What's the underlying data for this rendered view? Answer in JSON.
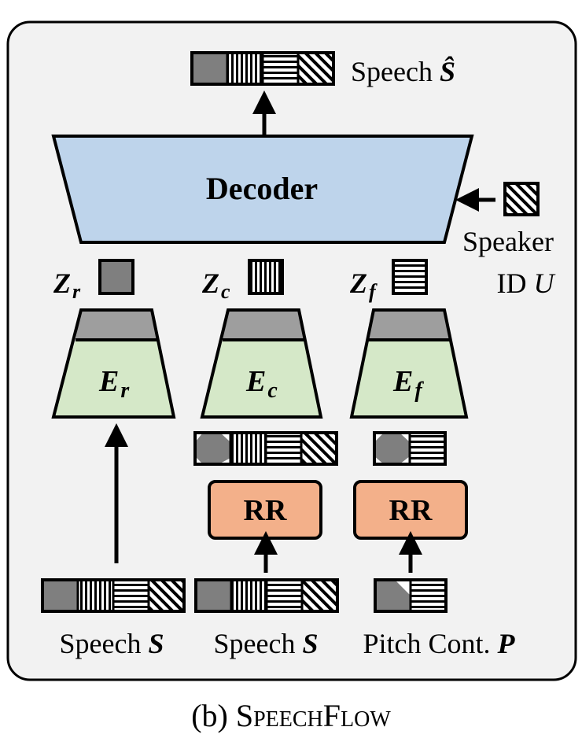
{
  "output": {
    "label": "Speech",
    "symbol": "Ŝ"
  },
  "decoder": {
    "label": "Decoder"
  },
  "speaker": {
    "line1": "Speaker",
    "line2_prefix": "ID",
    "line2_symbol": "U"
  },
  "latents": [
    {
      "symbol": "Z",
      "sub": "r"
    },
    {
      "symbol": "Z",
      "sub": "c"
    },
    {
      "symbol": "Z",
      "sub": "f"
    }
  ],
  "encoders": [
    {
      "symbol": "E",
      "sub": "r"
    },
    {
      "symbol": "E",
      "sub": "c"
    },
    {
      "symbol": "E",
      "sub": "f"
    }
  ],
  "rr_blocks": [
    {
      "label": "RR"
    },
    {
      "label": "RR"
    }
  ],
  "inputs": [
    {
      "label": "Speech",
      "symbol": "S"
    },
    {
      "label": "Speech",
      "symbol": "S"
    },
    {
      "label": "Pitch Cont.",
      "symbol": "P"
    }
  ],
  "caption": {
    "prefix": "(b)",
    "name_a": "Speech",
    "name_b": "Flow"
  },
  "colors": {
    "panel_bg": "#f2f2f2",
    "decoder_fill": "#bed4eb",
    "encoder_fill": "#d5e8c8",
    "encoder_cap": "#9e9e9e",
    "rr_fill": "#f3b08a",
    "rhythm_gray": "#7f7f7f"
  }
}
